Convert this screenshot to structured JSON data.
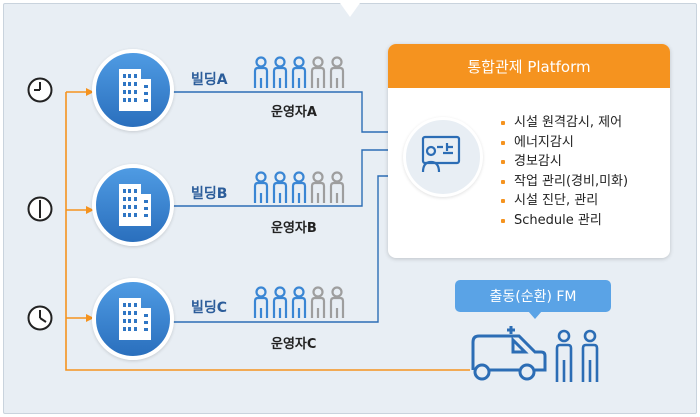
{
  "buildings": [
    {
      "label": "빌딩A",
      "operator": "운영자A"
    },
    {
      "label": "빌딩B",
      "operator": "운영자B"
    },
    {
      "label": "빌딩C",
      "operator": "운영자C"
    }
  ],
  "platform": {
    "title": "통합관제 Platform",
    "items": [
      "시설 원격감시, 제어",
      "에너지감시",
      "경보감시",
      "작업 관리(경비,미화)",
      "시설 진단, 관리",
      "Schedule 관리"
    ]
  },
  "fm": {
    "label": "출동(순환) FM"
  },
  "icons": {
    "clock": "clock-icon",
    "building": "building-icon",
    "person": "person-icon",
    "monitor": "monitor-person-icon",
    "van": "van-icon"
  },
  "colors": {
    "accent_orange": "#f5931f",
    "building_blue": "#3a86d4",
    "person_blue": "#3a86d4",
    "person_gray": "#9e9e9e",
    "line_blue": "#2c6db5",
    "fm_blue": "#5aa3e6",
    "background": "#e8eef4"
  }
}
